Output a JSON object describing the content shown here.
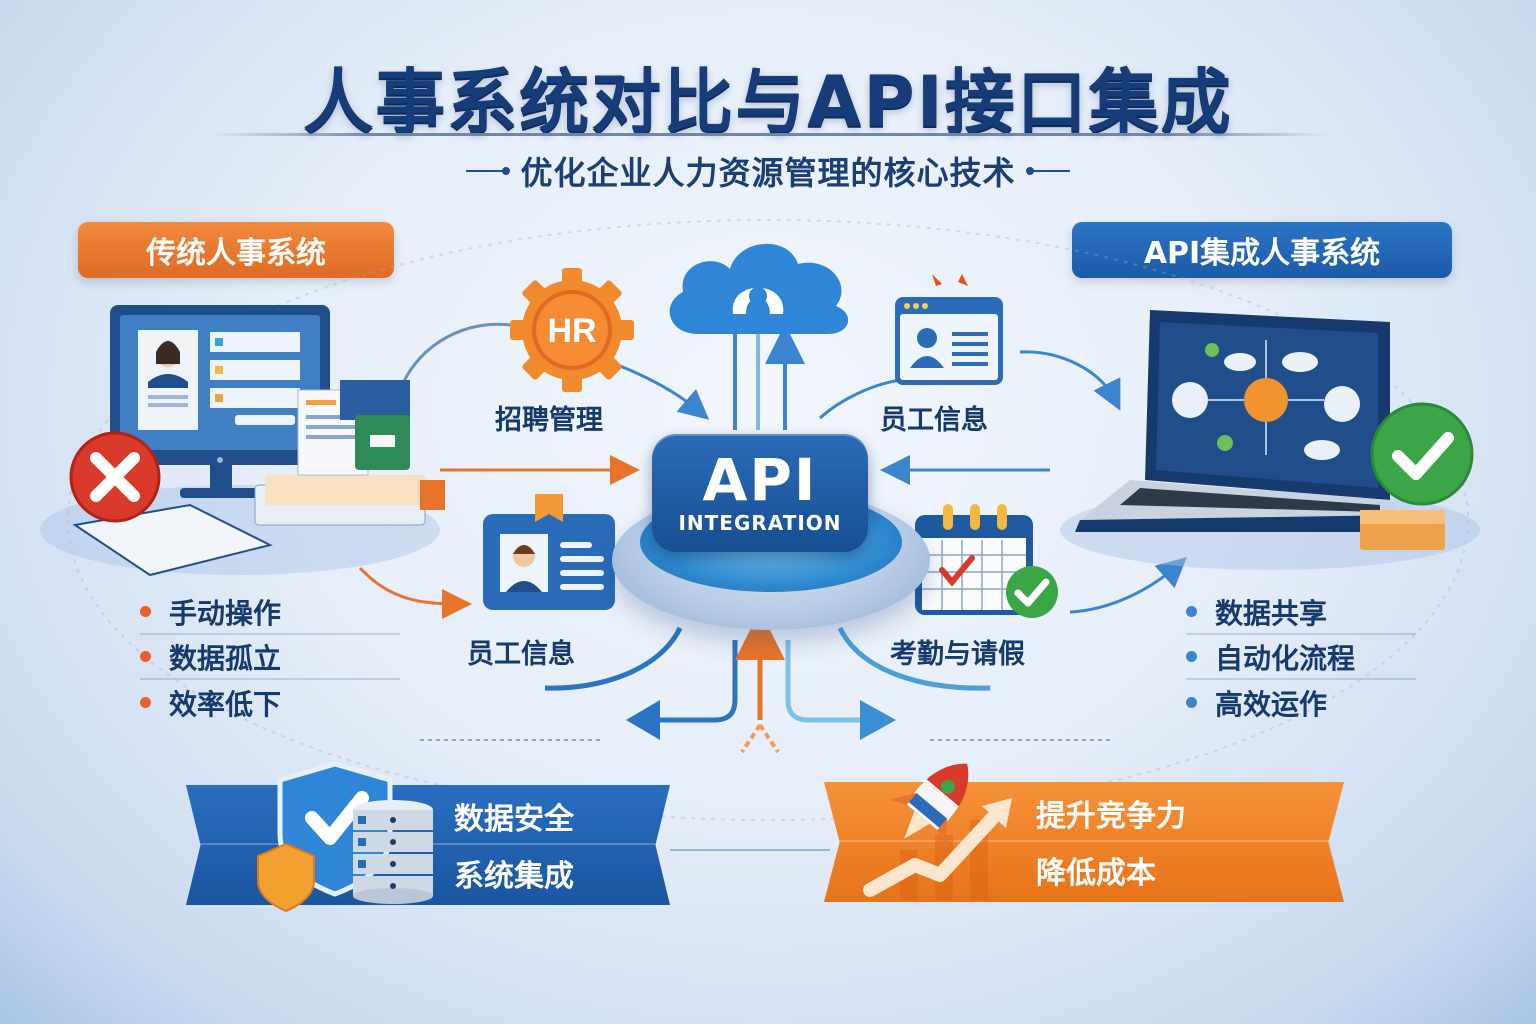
{
  "header": {
    "title": "人事系统对比与API接口集成",
    "subtitle": "优化企业人力资源管理的核心技术"
  },
  "left_panel": {
    "title": "传统人事系统",
    "accent_color": "#e8742c",
    "status_icon": "x-circle-icon",
    "bullets": [
      {
        "text": "手动操作"
      },
      {
        "text": "数据孤立"
      },
      {
        "text": "效率低下"
      }
    ]
  },
  "right_panel": {
    "title": "API集成人事系统",
    "accent_color": "#1f62b0",
    "status_icon": "check-circle-icon",
    "bullets": [
      {
        "text": "数据共享"
      },
      {
        "text": "自动化流程"
      },
      {
        "text": "高效运作"
      }
    ]
  },
  "center": {
    "api_label": "API",
    "api_sublabel": "INTEGRATION",
    "nodes": [
      {
        "id": "hr-gear",
        "label": "招聘管理",
        "icon": "hr-gear-icon"
      },
      {
        "id": "cloud",
        "label": "",
        "icon": "cloud-icon"
      },
      {
        "id": "profile-window",
        "label": "员工信息",
        "icon": "profile-window-icon"
      },
      {
        "id": "id-badge",
        "label": "员工信息",
        "icon": "id-badge-icon"
      },
      {
        "id": "calendar",
        "label": "考勤与请假",
        "icon": "calendar-check-icon"
      }
    ]
  },
  "bottom": {
    "left_banner": {
      "lines": [
        "数据安全",
        "系统集成"
      ],
      "icons": [
        "shield-check-icon",
        "database-icon"
      ]
    },
    "right_banner": {
      "lines": [
        "提升竞争力",
        "降低成本"
      ],
      "icons": [
        "rocket-icon",
        "growth-arrow-icon"
      ]
    }
  },
  "colors": {
    "title": "#163d7a",
    "orange": "#e8742c",
    "blue": "#1f62b0",
    "green": "#3aa648",
    "red": "#d93a2b"
  }
}
